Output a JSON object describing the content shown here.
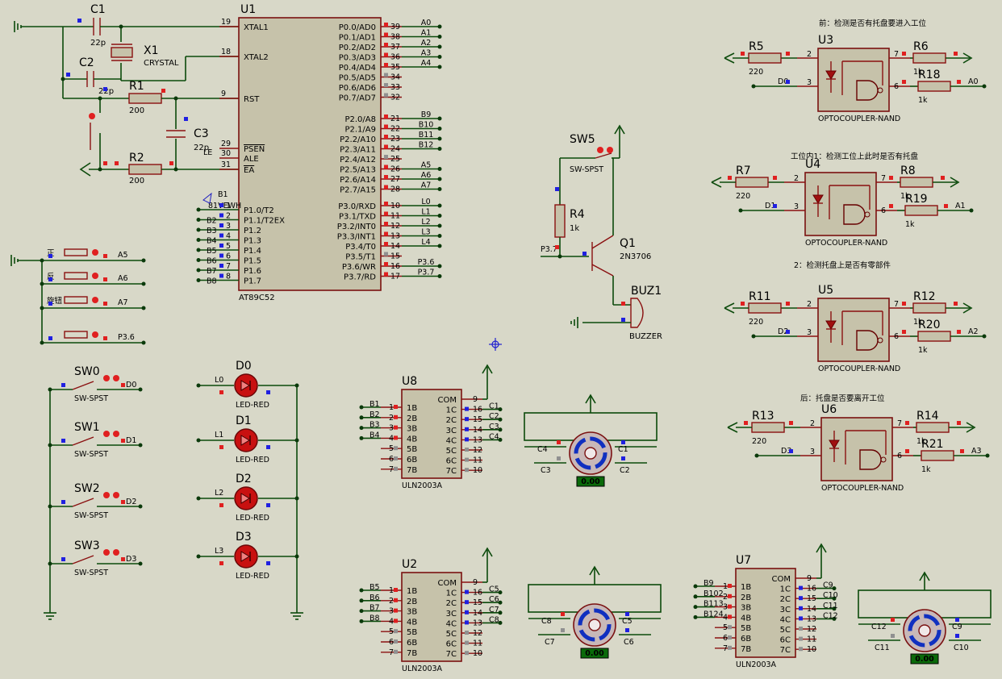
{
  "components": {
    "C1": {
      "ref": "C1",
      "value": "22p"
    },
    "C2": {
      "ref": "C2",
      "value": "22p"
    },
    "C3": {
      "ref": "C3",
      "value": "22p"
    },
    "X1": {
      "ref": "X1",
      "value": "CRYSTAL"
    },
    "R1": {
      "ref": "R1",
      "value": "200"
    },
    "R2": {
      "ref": "R2",
      "value": "200"
    },
    "U1": {
      "ref": "U1",
      "type": "AT89C52"
    },
    "SW5": {
      "ref": "SW5",
      "type": "SW-SPST"
    },
    "R4": {
      "ref": "R4",
      "value": "1k"
    },
    "Q1": {
      "ref": "Q1",
      "type": "2N3706"
    },
    "BUZ1": {
      "ref": "BUZ1",
      "type": "BUZZER"
    },
    "U8": {
      "ref": "U8",
      "type": "ULN2003A"
    },
    "U2": {
      "ref": "U2",
      "type": "ULN2003A"
    },
    "U7": {
      "ref": "U7",
      "type": "ULN2003A"
    },
    "U3": {
      "ref": "U3",
      "type": "OPTOCOUPLER-NAND"
    },
    "U4": {
      "ref": "U4",
      "type": "OPTOCOUPLER-NAND"
    },
    "U5": {
      "ref": "U5",
      "type": "OPTOCOUPLER-NAND"
    },
    "U6": {
      "ref": "U6",
      "type": "OPTOCOUPLER-NAND"
    },
    "R5": {
      "ref": "R5",
      "value": "220"
    },
    "R6": {
      "ref": "R6",
      "value": "1k"
    },
    "R18": {
      "ref": "R18",
      "value": "1k"
    },
    "R7": {
      "ref": "R7",
      "value": "220"
    },
    "R8": {
      "ref": "R8",
      "value": "1k"
    },
    "R19": {
      "ref": "R19",
      "value": "1k"
    },
    "R11": {
      "ref": "R11",
      "value": "220"
    },
    "R12": {
      "ref": "R12",
      "value": "1k"
    },
    "R20": {
      "ref": "R20",
      "value": "1k"
    },
    "R13": {
      "ref": "R13",
      "value": "220"
    },
    "R14": {
      "ref": "R14",
      "value": "1k"
    },
    "R21": {
      "ref": "R21",
      "value": "1k"
    },
    "SW0": {
      "ref": "SW0",
      "type": "SW-SPST",
      "net": "D0"
    },
    "SW1": {
      "ref": "SW1",
      "type": "SW-SPST",
      "net": "D1"
    },
    "SW2": {
      "ref": "SW2",
      "type": "SW-SPST",
      "net": "D2"
    },
    "SW3": {
      "ref": "SW3",
      "type": "SW-SPST",
      "net": "D3"
    },
    "D0": {
      "ref": "D0",
      "type": "LED-RED",
      "net": "L0"
    },
    "D1": {
      "ref": "D1",
      "type": "LED-RED",
      "net": "L1"
    },
    "D2": {
      "ref": "D2",
      "type": "LED-RED",
      "net": "L2"
    },
    "D3": {
      "ref": "D3",
      "type": "LED-RED",
      "net": "L3"
    }
  },
  "u1_pins": {
    "left": [
      {
        "num": "19",
        "name": "XTAL1"
      },
      {
        "num": "18",
        "name": "XTAL2"
      },
      {
        "num": "9",
        "name": "RST"
      },
      {
        "num": "29",
        "name": "PSEN"
      },
      {
        "num": "30",
        "name": "ALE"
      },
      {
        "num": "31",
        "name": "EA"
      }
    ],
    "p1": [
      {
        "num": "1",
        "name": "P1.0/T2",
        "net": "B1"
      },
      {
        "num": "2",
        "name": "P1.1/T2EX",
        "net": "B2"
      },
      {
        "num": "3",
        "name": "P1.2",
        "net": "B3"
      },
      {
        "num": "4",
        "name": "P1.3",
        "net": "B4"
      },
      {
        "num": "5",
        "name": "P1.4",
        "net": "B5"
      },
      {
        "num": "6",
        "name": "P1.5",
        "net": "B6"
      },
      {
        "num": "7",
        "name": "P1.6",
        "net": "B7"
      },
      {
        "num": "8",
        "name": "P1.7",
        "net": "B8"
      }
    ],
    "p0": [
      {
        "num": "39",
        "name": "P0.0/AD0",
        "net": "A0"
      },
      {
        "num": "38",
        "name": "P0.1/AD1",
        "net": "A1"
      },
      {
        "num": "37",
        "name": "P0.2/AD2",
        "net": "A2"
      },
      {
        "num": "36",
        "name": "P0.3/AD3",
        "net": "A3"
      },
      {
        "num": "35",
        "name": "P0.4/AD4",
        "net": "A4"
      },
      {
        "num": "34",
        "name": "P0.5/AD5",
        "net": ""
      },
      {
        "num": "33",
        "name": "P0.6/AD6",
        "net": ""
      },
      {
        "num": "32",
        "name": "P0.7/AD7",
        "net": ""
      }
    ],
    "p2": [
      {
        "num": "21",
        "name": "P2.0/A8",
        "net": "B9"
      },
      {
        "num": "22",
        "name": "P2.1/A9",
        "net": "B10"
      },
      {
        "num": "23",
        "name": "P2.2/A10",
        "net": "B11"
      },
      {
        "num": "24",
        "name": "P2.3/A11",
        "net": "B12"
      },
      {
        "num": "25",
        "name": "P2.4/A12",
        "net": ""
      },
      {
        "num": "26",
        "name": "P2.5/A13",
        "net": "A5"
      },
      {
        "num": "27",
        "name": "P2.6/A14",
        "net": "A6"
      },
      {
        "num": "28",
        "name": "P2.7/A15",
        "net": "A7"
      }
    ],
    "p3": [
      {
        "num": "10",
        "name": "P3.0/RXD",
        "net": "L0"
      },
      {
        "num": "11",
        "name": "P3.1/TXD",
        "net": "L1"
      },
      {
        "num": "12",
        "name": "P3.2/INT0",
        "net": "L2"
      },
      {
        "num": "13",
        "name": "P3.3/INT1",
        "net": "L3"
      },
      {
        "num": "14",
        "name": "P3.4/T0",
        "net": "L4"
      },
      {
        "num": "15",
        "name": "P3.5/T1",
        "net": ""
      },
      {
        "num": "16",
        "name": "P3.6/WR",
        "net": "P3.6"
      },
      {
        "num": "17",
        "name": "P3.7/RD",
        "net": "P3.7"
      }
    ]
  },
  "buttons": [
    {
      "label": "正",
      "net": "A5"
    },
    {
      "label": "反",
      "net": "A6"
    },
    {
      "label": "旋钮",
      "net": "A7"
    },
    {
      "label": "",
      "net": "P3.6"
    }
  ],
  "uln": {
    "left_names": [
      "1B",
      "2B",
      "3B",
      "4B",
      "5B",
      "6B",
      "7B"
    ],
    "right_names": [
      "COM",
      "1C",
      "2C",
      "3C",
      "4C",
      "5C",
      "6C",
      "7C"
    ],
    "right_nums": [
      "9",
      "16",
      "15",
      "14",
      "13",
      "12",
      "11",
      "10"
    ],
    "u8_in": [
      "B1",
      "B2",
      "B3",
      "B4"
    ],
    "u8_out": [
      "C1",
      "C2",
      "C3",
      "C4"
    ],
    "u2_in": [
      "B5",
      "B6",
      "B7",
      "B8"
    ],
    "u2_out": [
      "C5",
      "C6",
      "C7",
      "C8"
    ],
    "u7_in": [
      "B9",
      "B10",
      "B11",
      "B12"
    ],
    "u7_in_display": [
      "B9",
      "B102",
      "B113",
      "B124"
    ],
    "u7_out": [
      "C9",
      "C10",
      "C11",
      "C12"
    ]
  },
  "motors": [
    {
      "readout": "0.00",
      "nets": [
        "C4",
        "C1",
        "C3",
        "C2"
      ]
    },
    {
      "readout": "0.00",
      "nets": [
        "C8",
        "C5",
        "C7",
        "C6"
      ]
    },
    {
      "readout": "0.00",
      "nets": [
        "C12",
        "C9",
        "C11",
        "C10"
      ]
    }
  ],
  "opto_notes": {
    "u3": "前：检测是否有托盘要进入工位",
    "u4": "工位内1：检测工位上此时是否有托盘",
    "u5": "2：检测托盘上是否有零部件",
    "u6": "后：托盘是否要离开工位"
  },
  "opto_pins": {
    "in": [
      "2",
      "3"
    ],
    "out": [
      "7",
      "6"
    ]
  },
  "opto_nets": {
    "u3": {
      "in": "D0",
      "out": "A0"
    },
    "u4": {
      "in": "D1",
      "out": "A1"
    },
    "u5": {
      "in": "D2",
      "out": "A2"
    },
    "u6": {
      "in": "D3",
      "out": "A3"
    }
  },
  "misc": {
    "p37_label": "P3.7",
    "b1_label": "B1",
    "u1_overlap_text": "81VEWH",
    "le_label": "LE"
  },
  "colors": {
    "background": "#d8d8c8",
    "wire": "#0b4a0b",
    "body": "#c6c2aa",
    "outline": "#7a1010",
    "pin_high": "#e02020",
    "pin_low": "#2020e0",
    "readout_bg": "#0a6a0a",
    "readout_fg": "#ffff40"
  }
}
